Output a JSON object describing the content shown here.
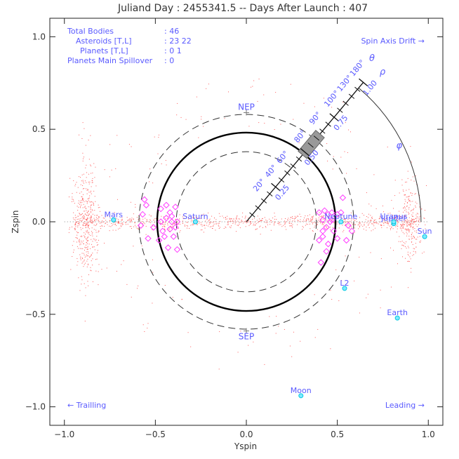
{
  "chart_data": {
    "type": "scatter",
    "title": "Juliand Day : 2455341.5 -- Days After Launch : 407",
    "xlabel": "Yspin",
    "ylabel": "Zspin",
    "xlim": [
      -1.08,
      1.08
    ],
    "ylim": [
      -1.1,
      1.1
    ],
    "x_ticks": [
      "-1.0",
      "-0.5",
      "0.0",
      "0.5",
      "1.0"
    ],
    "y_ticks": [
      "-1.0",
      "-0.5",
      "0.0",
      "0.5",
      "1.0"
    ],
    "info": {
      "total_label": "Total Bodies",
      "total_value": ": 46",
      "asteroids_label": "Asteroids [T,L]",
      "asteroids_value": ": 23 22",
      "planets_label": "Planets [T,L]",
      "planets_value": ": 0 1",
      "spill_label": "Planets Main Spillover",
      "spill_value": ": 0"
    },
    "corner_labels": {
      "spin_drift": "Spin Axis Drift →",
      "trailing": "← Trailling",
      "leading": "Leading →"
    },
    "circles": {
      "solid_r": 0.49,
      "dashed_r": [
        0.385,
        0.59
      ]
    },
    "poles": [
      {
        "label": "NEP",
        "x": 0.0,
        "y": 0.59
      },
      {
        "label": "SEP",
        "x": 0.0,
        "y": -0.59
      }
    ],
    "bodies": [
      {
        "name": "Mars",
        "x": -0.73,
        "y": 0.01
      },
      {
        "name": "Saturn",
        "x": -0.28,
        "y": 0.0
      },
      {
        "name": "Neptune",
        "x": 0.52,
        "y": 0.0
      },
      {
        "name": "Jupiter",
        "x": 0.81,
        "y": -0.01
      },
      {
        "name": "Uranus",
        "x": 0.81,
        "y": 0.0
      },
      {
        "name": "Sun",
        "x": 0.98,
        "y": -0.08
      },
      {
        "name": "L2",
        "x": 0.54,
        "y": -0.36
      },
      {
        "name": "Earth",
        "x": 0.83,
        "y": -0.52
      },
      {
        "name": "Moon",
        "x": 0.3,
        "y": -0.94
      }
    ],
    "asteroids": [
      {
        "x": -0.56,
        "y": 0.12
      },
      {
        "x": -0.55,
        "y": 0.09
      },
      {
        "x": -0.57,
        "y": 0.04
      },
      {
        "x": -0.58,
        "y": -0.02
      },
      {
        "x": -0.54,
        "y": -0.09
      },
      {
        "x": -0.51,
        "y": -0.03
      },
      {
        "x": -0.47,
        "y": 0.07
      },
      {
        "x": -0.46,
        "y": -0.05
      },
      {
        "x": -0.44,
        "y": 0.09
      },
      {
        "x": -0.42,
        "y": 0.05
      },
      {
        "x": -0.44,
        "y": 0.02
      },
      {
        "x": -0.41,
        "y": 0.0
      },
      {
        "x": -0.39,
        "y": 0.08
      },
      {
        "x": -0.42,
        "y": -0.04
      },
      {
        "x": -0.4,
        "y": -0.08
      },
      {
        "x": -0.47,
        "y": 0.0
      },
      {
        "x": -0.38,
        "y": -0.15
      },
      {
        "x": -0.43,
        "y": -0.14
      },
      {
        "x": -0.48,
        "y": -0.1
      },
      {
        "x": -0.41,
        "y": 0.03
      },
      {
        "x": -0.38,
        "y": 0.0
      },
      {
        "x": -0.45,
        "y": -0.08
      },
      {
        "x": -0.39,
        "y": -0.03
      },
      {
        "x": 0.4,
        "y": 0.05
      },
      {
        "x": 0.43,
        "y": 0.06
      },
      {
        "x": 0.47,
        "y": 0.05
      },
      {
        "x": 0.5,
        "y": 0.04
      },
      {
        "x": 0.42,
        "y": 0.01
      },
      {
        "x": 0.46,
        "y": 0.0
      },
      {
        "x": 0.44,
        "y": -0.03
      },
      {
        "x": 0.48,
        "y": -0.05
      },
      {
        "x": 0.42,
        "y": -0.08
      },
      {
        "x": 0.45,
        "y": -0.12
      },
      {
        "x": 0.4,
        "y": -0.1
      },
      {
        "x": 0.41,
        "y": -0.22
      },
      {
        "x": 0.44,
        "y": -0.16
      },
      {
        "x": 0.53,
        "y": 0.13
      },
      {
        "x": 0.52,
        "y": 0.05
      },
      {
        "x": 0.56,
        "y": -0.02
      },
      {
        "x": 0.58,
        "y": -0.05
      },
      {
        "x": 0.55,
        "y": -0.1
      },
      {
        "x": 0.5,
        "y": -0.09
      },
      {
        "x": 0.47,
        "y": 0.01
      },
      {
        "x": 0.45,
        "y": 0.04
      },
      {
        "x": 0.42,
        "y": -0.05
      }
    ],
    "scale": {
      "angle_deg": 50,
      "p_ticks": [
        {
          "r": 0.25,
          "label": "0.25"
        },
        {
          "r": 0.5,
          "label": "0.50"
        },
        {
          "r": 0.75,
          "label": "0.75"
        },
        {
          "r": 1.0,
          "label": "1.00"
        }
      ],
      "theta_ticks": [
        {
          "r": 0.2,
          "label": "20°"
        },
        {
          "r": 0.3,
          "label": "40°"
        },
        {
          "r": 0.4,
          "label": "60°"
        },
        {
          "r": 0.55,
          "label": "80°"
        },
        {
          "r": 0.68,
          "label": "90°"
        },
        {
          "r": 0.82,
          "label": "100°"
        },
        {
          "r": 0.93,
          "label": "130°"
        },
        {
          "r": 1.04,
          "label": "180°"
        }
      ],
      "theta_symbol": "θ",
      "p_symbol": "ρ",
      "phi_symbol": "φ",
      "band_r": [
        0.48,
        0.63
      ]
    }
  }
}
